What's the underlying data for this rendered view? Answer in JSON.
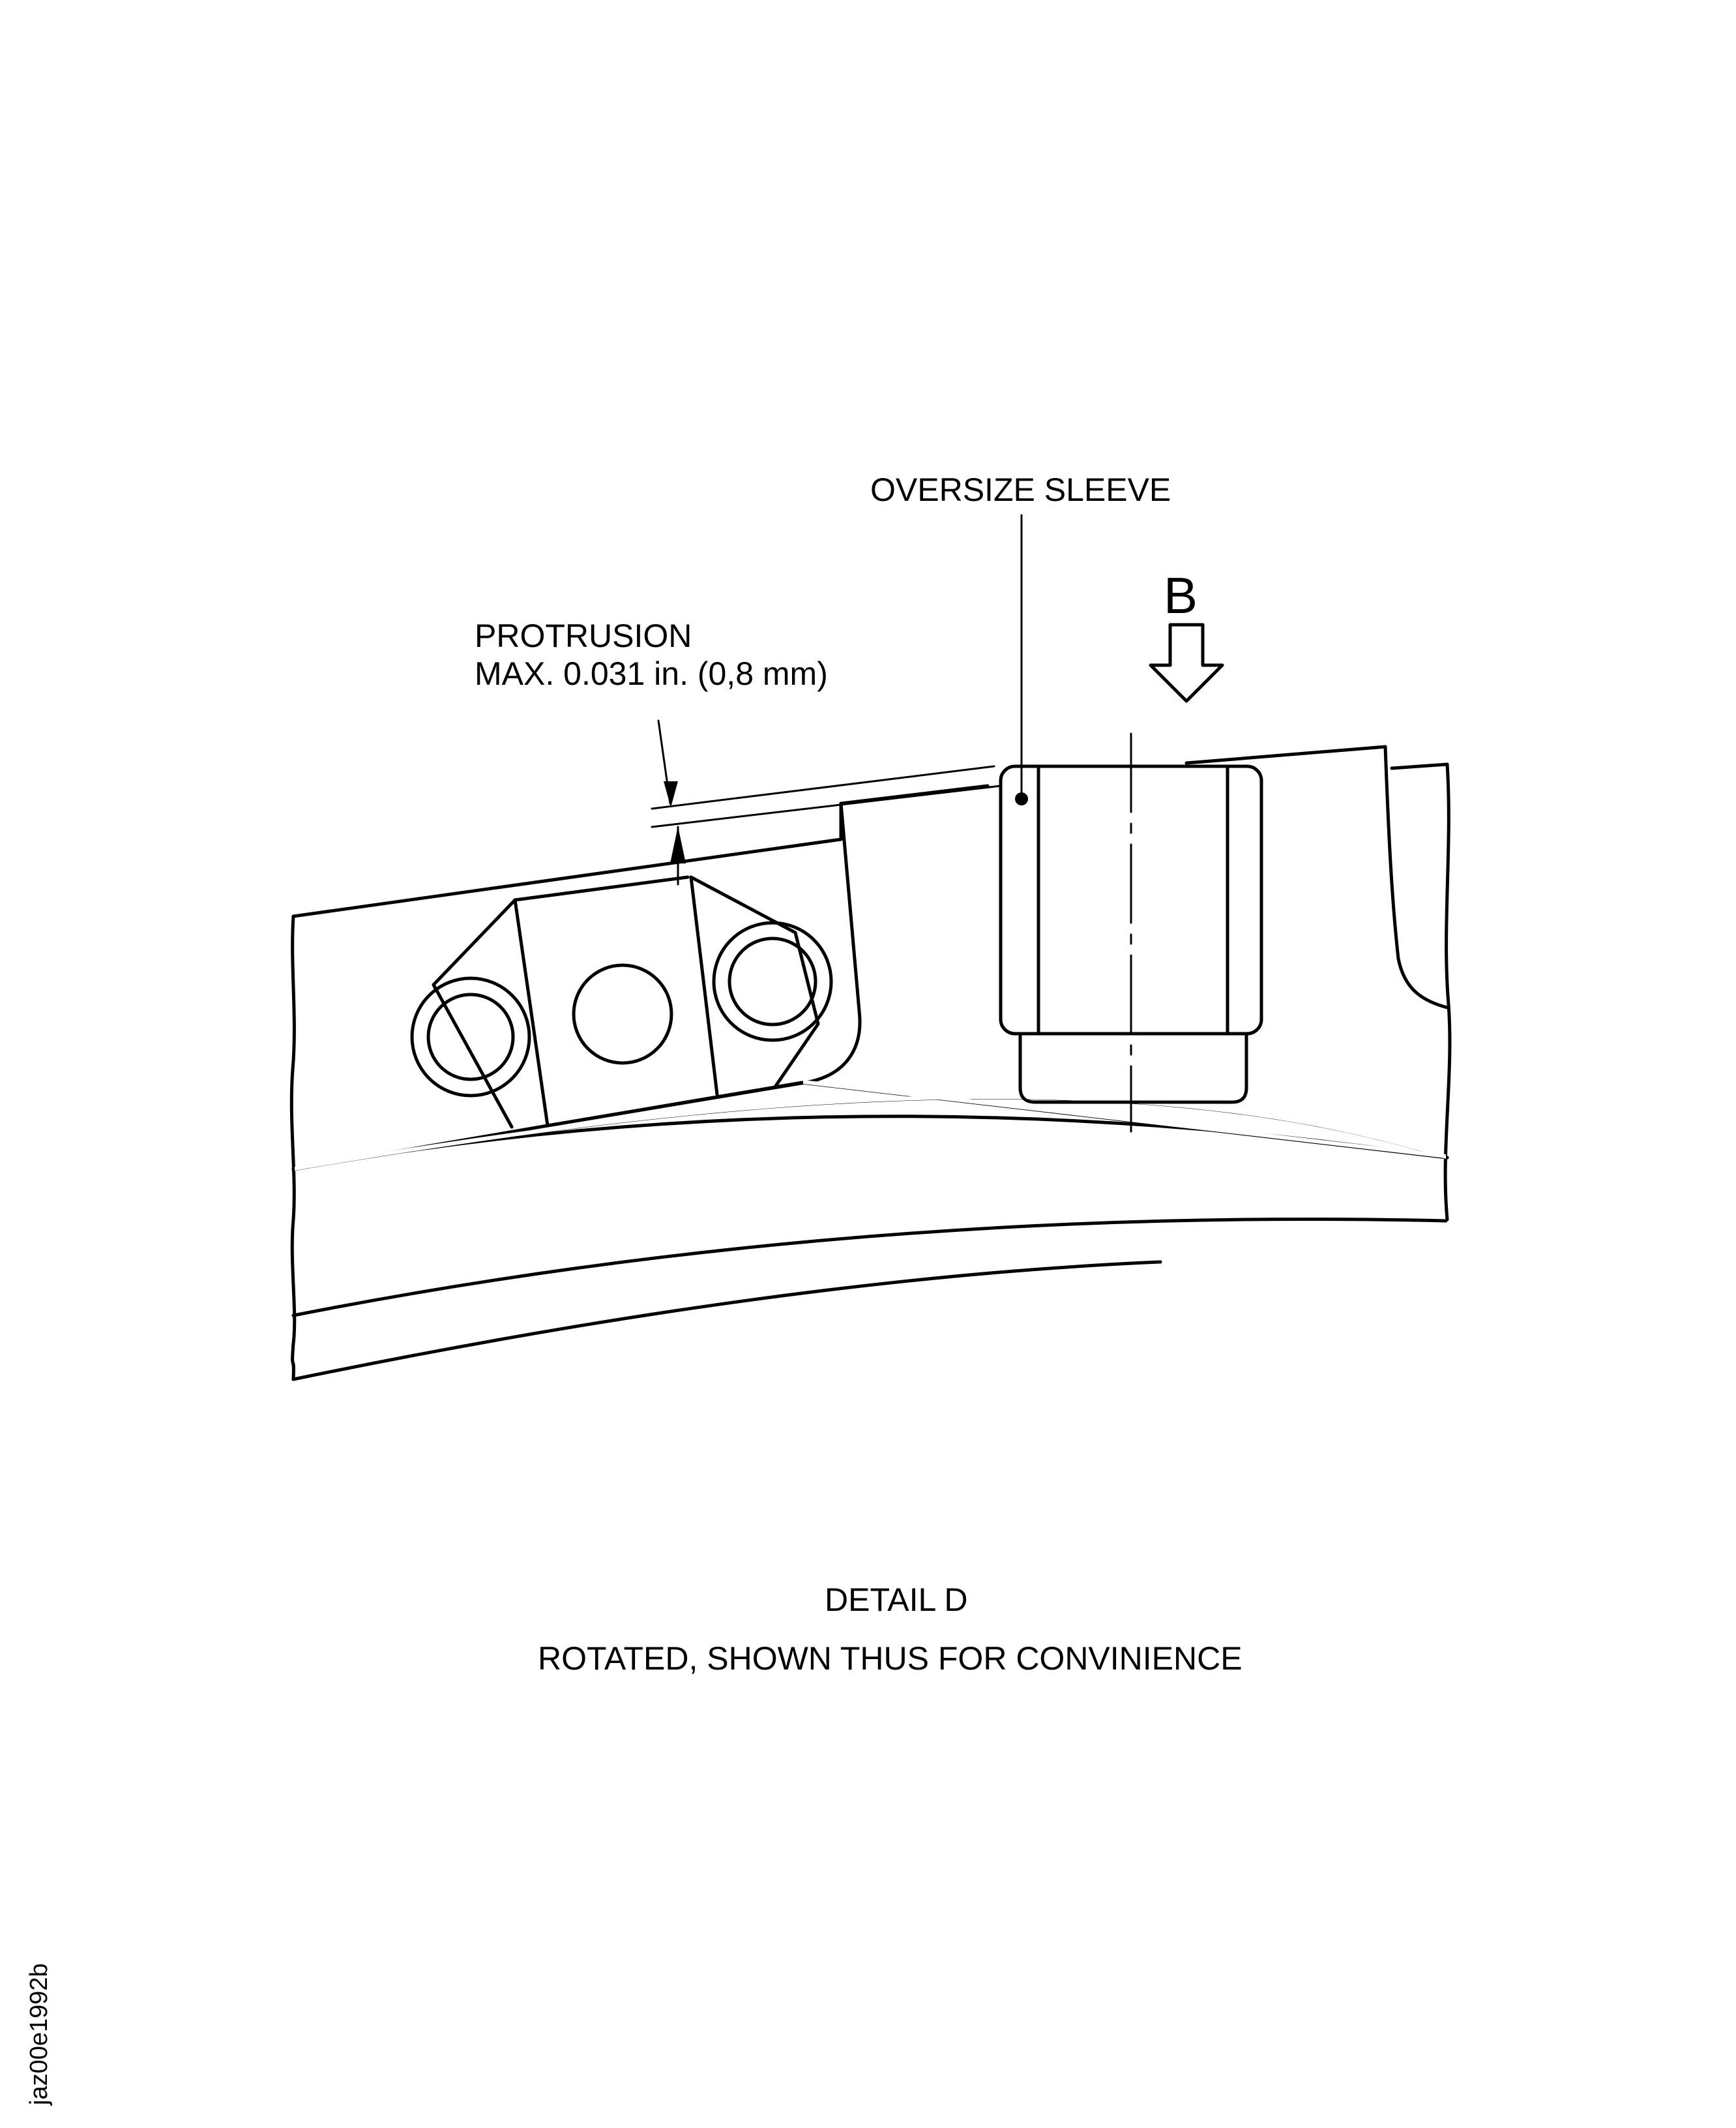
{
  "labels": {
    "oversize_sleeve": "OVERSIZE SLEEVE",
    "view_letter": "B",
    "protrusion_line1": "PROTRUSION",
    "protrusion_line2": "MAX. 0.031 in. (0,8 mm)",
    "detail_title": "DETAIL  D",
    "detail_subtitle": "ROTATED, SHOWN THUS FOR CONVINIENCE",
    "drawing_id": "jaz00e1992b"
  }
}
